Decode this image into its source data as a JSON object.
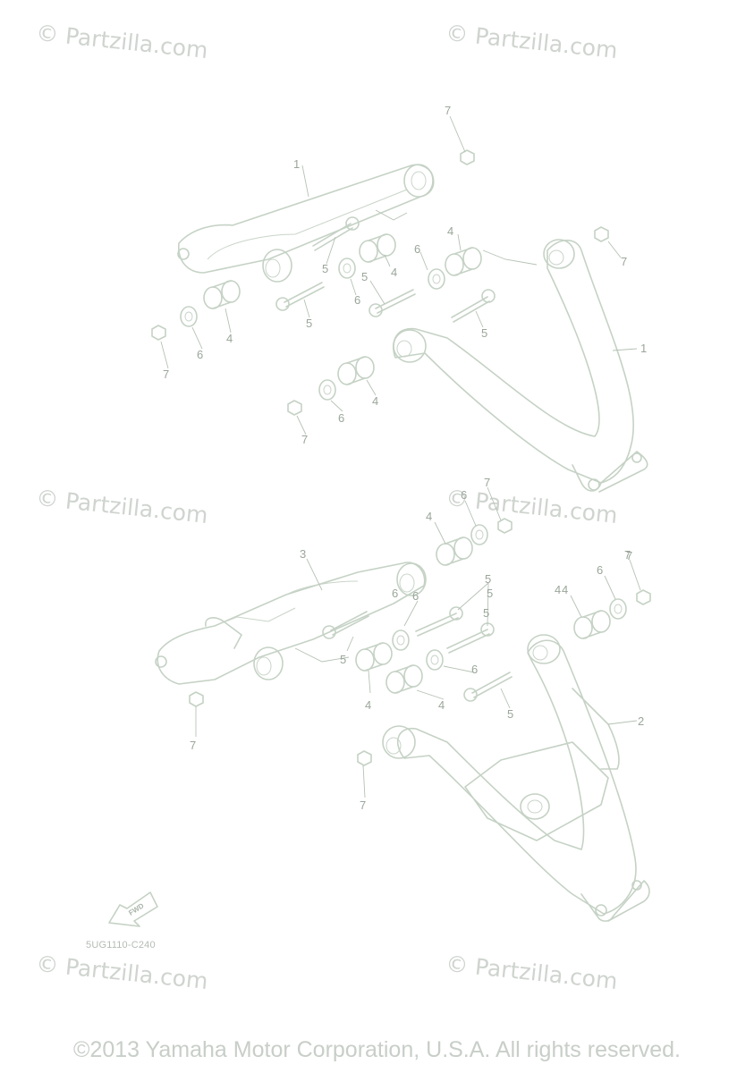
{
  "watermarks": [
    "© Partzilla.com",
    "© Partzilla.com",
    "© Partzilla.com",
    "© Partzilla.com",
    "© Partzilla.com",
    "© Partzilla.com"
  ],
  "diagram_code": "5UG1110-C240",
  "fwd_label": "FWD",
  "copyright": "©2013 Yamaha Motor Corporation, U.S.A. All rights reserved.",
  "callouts": [
    "7",
    "1",
    "5",
    "4",
    "6",
    "4",
    "7",
    "6",
    "4",
    "5",
    "6",
    "5",
    "5",
    "7",
    "1",
    "6",
    "4",
    "7",
    "6",
    "4",
    "7",
    "7",
    "4",
    "6",
    "5",
    "3",
    "6",
    "5",
    "4",
    "6",
    "7",
    "5",
    "5",
    "6",
    "4",
    "4",
    "5",
    "2",
    "7",
    "7"
  ]
}
